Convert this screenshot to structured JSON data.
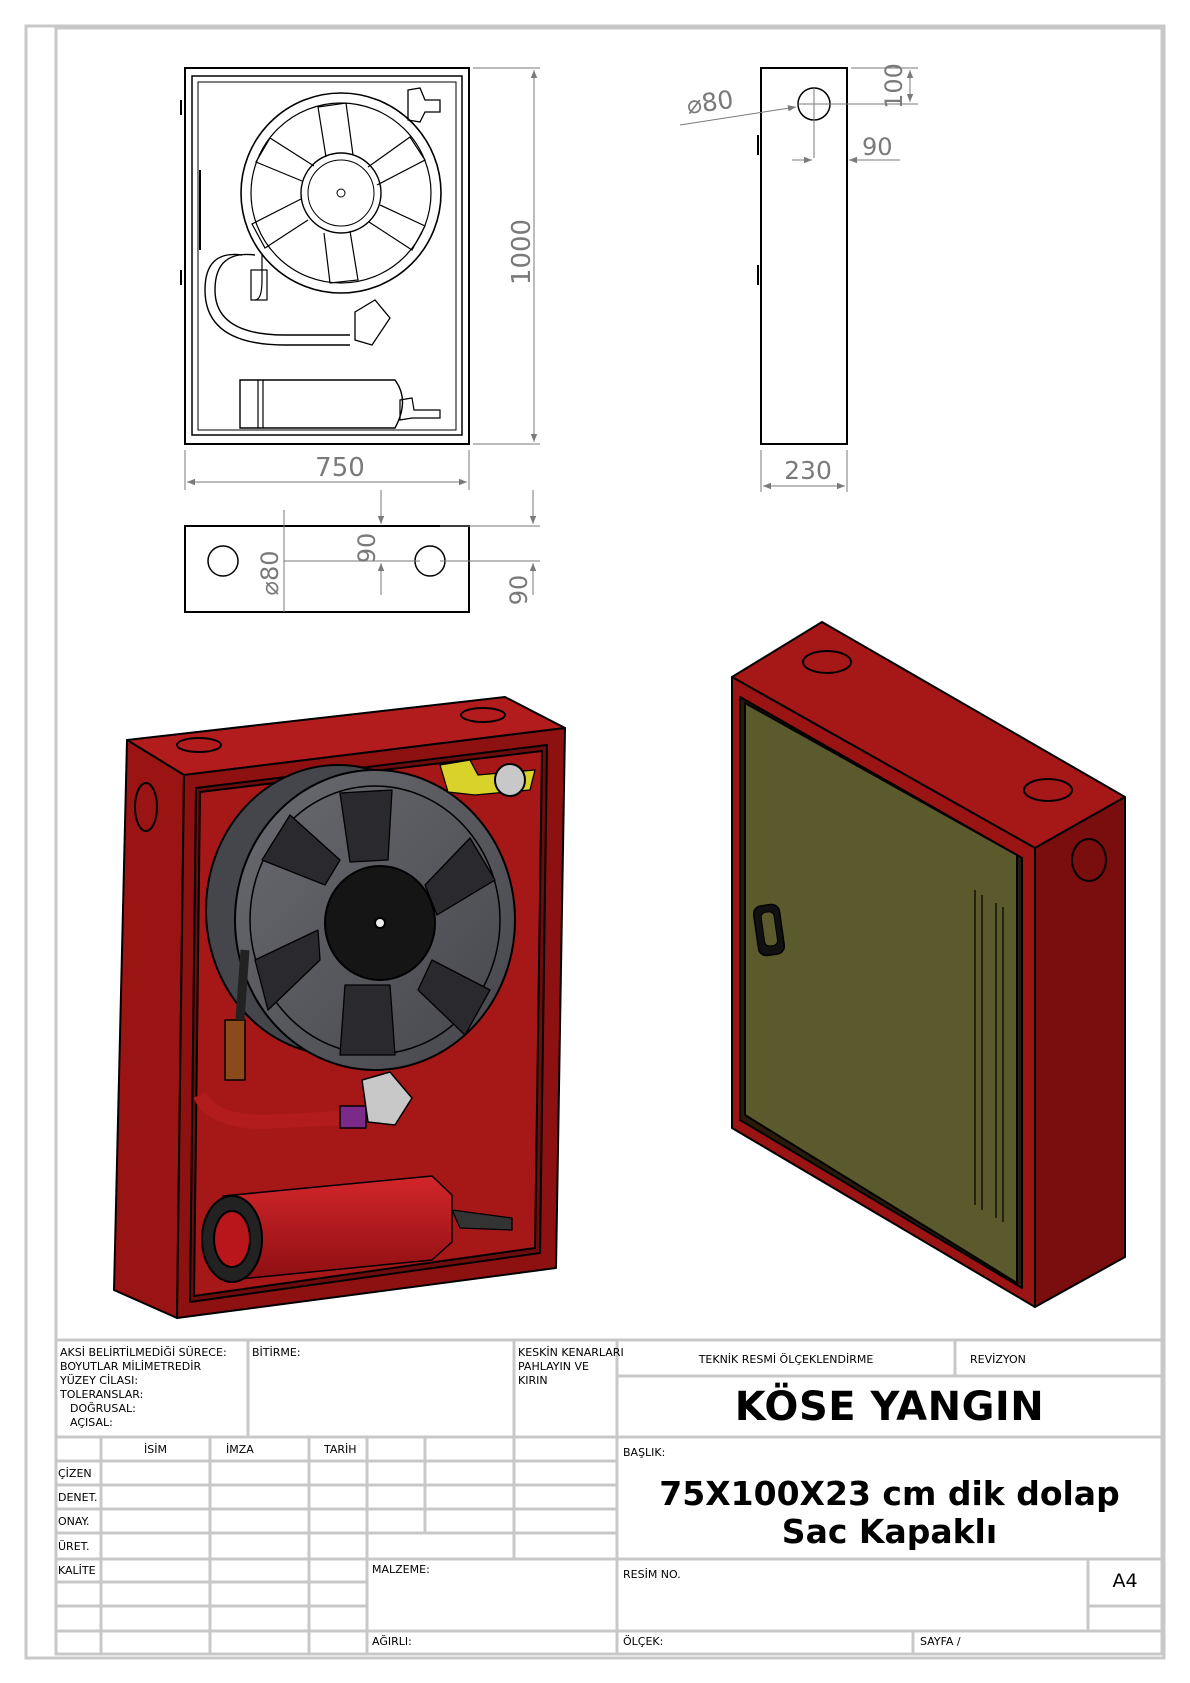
{
  "dimensions": {
    "front_width": "750",
    "front_height": "1000",
    "side_depth": "230",
    "side_hole_dia": "⌀80",
    "side_hole_top": "100",
    "side_hole_offset": "90",
    "top_hole_dia": "⌀80",
    "top_hole_offset_a": "90",
    "top_hole_offset_b": "90"
  },
  "colors": {
    "cabinet_red": "#9b1414",
    "cabinet_red_dark": "#6d0c0c",
    "cabinet_red_light": "#b31c1c",
    "door_olive": "#5b5a2c",
    "reel_grey": "#55565c",
    "extinguisher_red": "#b8161a",
    "frame_grey": "#c8c8c8"
  },
  "title_block": {
    "notes": [
      "AKSİ BELİRTİLMEDİĞİ SÜRECE:",
      "BOYUTLAR MİLİMETREDİR",
      "YÜZEY CİLASI:",
      "TOLERANSLAR:",
      "DOĞRUSAL:",
      "AÇISAL:"
    ],
    "finish_label": "BİTİRME:",
    "edges_note": [
      "KESKİN KENARLARI",
      "PAHLAYIN VE",
      "KIRIN"
    ],
    "scale_note": "TEKNİK RESMİ ÖLÇEKLENDİRME",
    "revision_label": "REVİZYON",
    "company": "KÖSE YANGIN",
    "col_name": "İSİM",
    "col_signature": "İMZA",
    "col_date": "TARİH",
    "rows": [
      "ÇİZEN",
      "DENET.",
      "ONAY.",
      "ÜRET.",
      "KALİTE"
    ],
    "title_label": "BAŞLIK:",
    "title_line1": "75X100X23 cm dik dolap",
    "title_line2": "Sac Kapaklı",
    "material_label": "MALZEME:",
    "drawing_no_label": "RESİM NO.",
    "paper_size": "A4",
    "weight_label": "AĞIRLI:",
    "scale_label": "ÖLÇEK:",
    "sheet_label": "SAYFA /"
  }
}
